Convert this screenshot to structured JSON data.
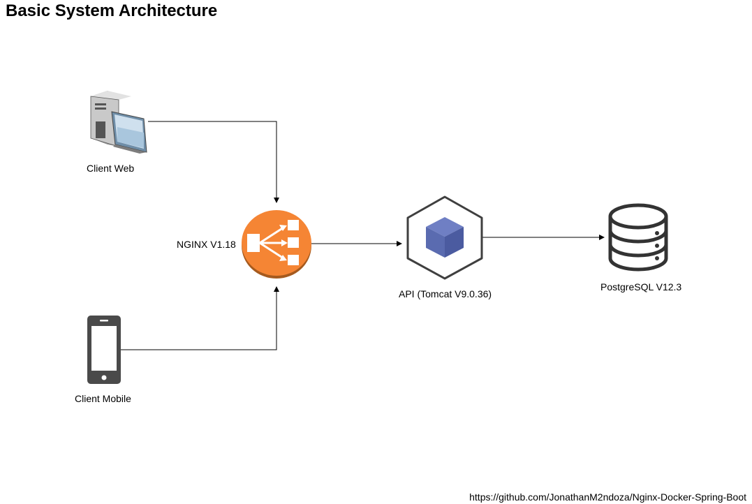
{
  "diagram": {
    "title": "Basic System Architecture",
    "nodes": {
      "client_web": {
        "label": "Client Web",
        "icon": "desktop-computer-icon"
      },
      "client_mobile": {
        "label": "Client Mobile",
        "icon": "mobile-phone-icon"
      },
      "nginx": {
        "label": "NGINX V1.18",
        "icon": "load-balancer-icon",
        "color": "#f58534"
      },
      "api": {
        "label": "API (Tomcat V9.0.36)",
        "icon": "cube-icon",
        "color": "#5a6bb0"
      },
      "database": {
        "label": "PostgreSQL V12.3",
        "icon": "database-icon"
      }
    },
    "edges": [
      {
        "from": "Client Web",
        "to": "NGINX V1.18"
      },
      {
        "from": "Client Mobile",
        "to": "NGINX V1.18"
      },
      {
        "from": "NGINX V1.18",
        "to": "API (Tomcat V9.0.36)"
      },
      {
        "from": "API (Tomcat V9.0.36)",
        "to": "PostgreSQL V12.3"
      }
    ],
    "footer": "https://github.com/JonathanM2ndoza/Nginx-Docker-Spring-Boot"
  }
}
